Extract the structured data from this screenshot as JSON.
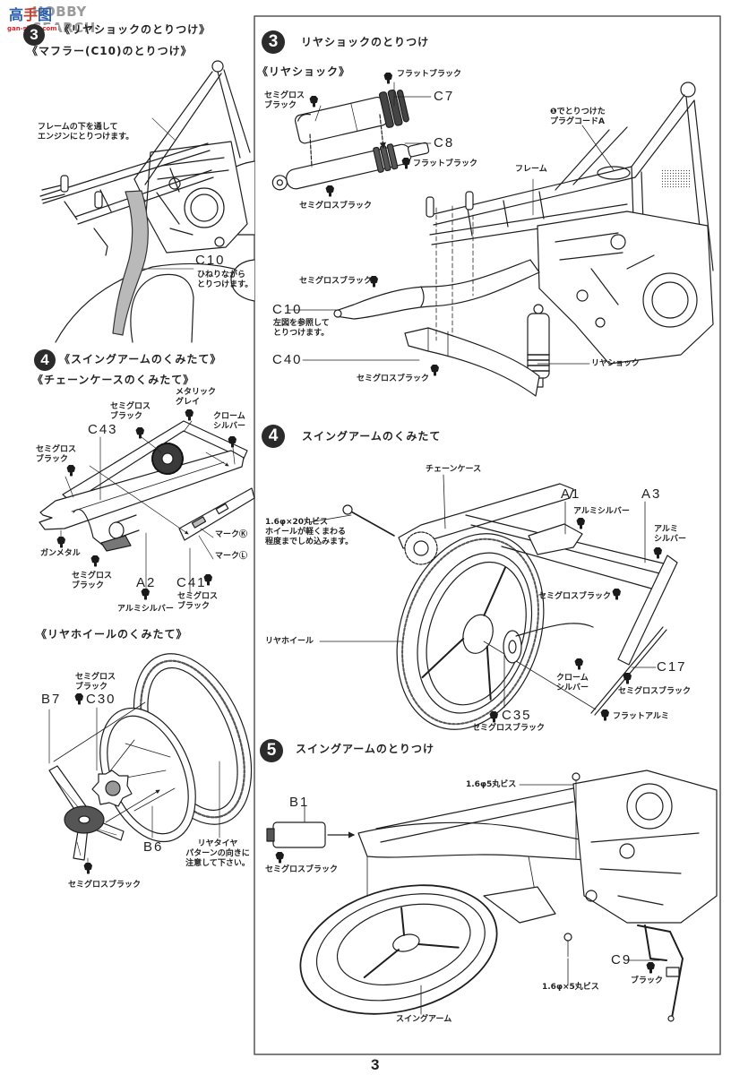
{
  "watermark": {
    "logo_left": "高",
    "logo_mid": "手",
    "logo_right": "图",
    "brand": "HOBBY SEARCH",
    "site": "gan-shou.com"
  },
  "left_panel": {
    "step3": {
      "number": "3",
      "title": "《リヤショックのとりつけ》",
      "subtitle": "《マフラー(C10)のとりつけ》",
      "frame_note": "フレームの下を通して\nエンジンにとりつけます。",
      "part_c10": "C10",
      "c10_note": "ひねりながら\nとりつけます。"
    },
    "step4": {
      "number": "4",
      "title": "《スイングアームのくみたて》",
      "chain_case": {
        "title": "《チェーンケースのくみたて》",
        "paint_metallic_grey": "メタリック\nグレイ",
        "paint_sprocket": "セミグロス\nブラック",
        "paint_chrome_silver": "クローム\nシルバー",
        "part_c43": "C43",
        "paint_c43": "セミグロス\nブラック",
        "paint_gunmetal": "ガンメタル",
        "paint_bracket": "セミグロス\nブラック",
        "part_a2": "A2",
        "paint_a2": "アルミシルバー",
        "part_c41": "C41",
        "paint_c41": "セミグロス\nブラック",
        "mark_k": "マークⓀ",
        "mark_l": "マークⓁ"
      },
      "rear_wheel": {
        "title": "《リヤホイールのくみたて》",
        "paint_c30": "セミグロス\nブラック",
        "part_b7": "B7",
        "part_c30": "C30",
        "part_b6": "B6",
        "tire_note": "リヤタイヤ\nパターンの向きに\n注意して下さい。",
        "paint_b7": "セミグロスブラック"
      }
    }
  },
  "right_panel": {
    "step3": {
      "number": "3",
      "title": "リヤショックのとりつけ",
      "shock": {
        "title": "《リヤショック》",
        "paint_c7": "フラットブラック",
        "part_c7": "C7",
        "paint_c7_body": "セミグロス\nブラック",
        "part_c8": "C8",
        "paint_c8": "フラットブラック",
        "paint_c8_body": "セミグロスブラック"
      },
      "plug_cord_note": "❶でとりつけた\nプラグコードA",
      "frame_label": "フレーム",
      "paint_muffler": "セミグロスブラック",
      "part_c10": "C10",
      "c10_note": "左図を参照して\nとりつけます。",
      "part_c40": "C40",
      "paint_c40": "セミグロスブラック",
      "rear_shock_label": "リヤショック"
    },
    "step4": {
      "number": "4",
      "title": "スイングアームのくみたて",
      "chain_case_label": "チェーンケース",
      "part_a1": "A1",
      "paint_a1": "アルミシルバー",
      "part_a3": "A3",
      "paint_a3": "アルミ\nシルバー",
      "screw_note": "1.6φ×20丸ビス\nホイールが軽くまわる\n程度までしめ込みます。",
      "paint_arm": "セミグロスブラック",
      "rear_wheel_label": "リヤホイール",
      "paint_chrome_silver": "クローム\nシルバー",
      "part_c17": "C17",
      "paint_c17": "セミグロスブラック",
      "part_c35": "C35",
      "paint_c35": "セミグロスブラック",
      "paint_flat_aluminum": "フラットアルミ"
    },
    "step5": {
      "number": "5",
      "title": "スイングアームのとりつけ",
      "screw_top": "1.6φ5丸ビス",
      "part_b1": "B1",
      "paint_b1": "セミグロスブラック",
      "part_c9": "C9",
      "paint_c9": "ブラック",
      "screw_bottom": "1.6φ×5丸ビス",
      "swing_arm_label": "スイングアーム"
    }
  },
  "page_number": "3"
}
